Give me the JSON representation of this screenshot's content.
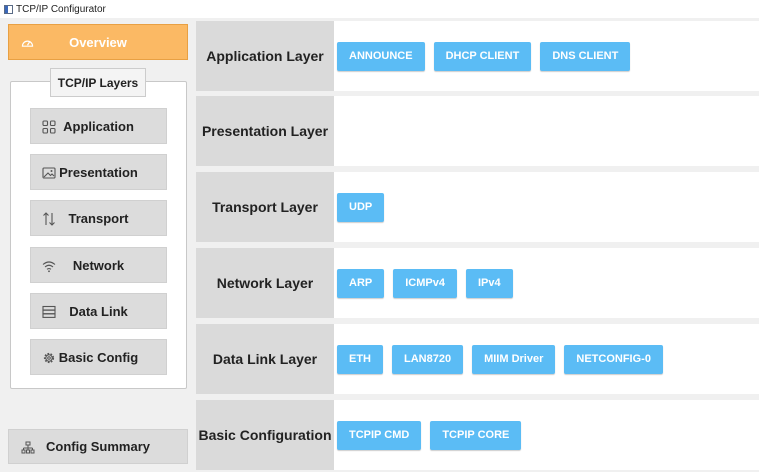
{
  "window": {
    "title": "TCP/IP Configurator"
  },
  "sidebar": {
    "overview_label": "Overview",
    "group_title": "TCP/IP Layers",
    "items": [
      {
        "label": "Application",
        "icon": "grid-icon"
      },
      {
        "label": "Presentation",
        "icon": "image-icon"
      },
      {
        "label": "Transport",
        "icon": "arrows-updown-icon"
      },
      {
        "label": "Network",
        "icon": "wifi-icon"
      },
      {
        "label": "Data Link",
        "icon": "server-icon"
      },
      {
        "label": "Basic Config",
        "icon": "gear-icon"
      }
    ],
    "summary_label": "Config Summary"
  },
  "layers": [
    {
      "label": "Application Layer",
      "components": [
        "ANNOUNCE",
        "DHCP CLIENT",
        "DNS CLIENT"
      ]
    },
    {
      "label": "Presentation Layer",
      "components": []
    },
    {
      "label": "Transport Layer",
      "components": [
        "UDP"
      ]
    },
    {
      "label": "Network Layer",
      "components": [
        "ARP",
        "ICMPv4",
        "IPv4"
      ]
    },
    {
      "label": "Data Link Layer",
      "components": [
        "ETH",
        "LAN8720",
        "MIIM Driver",
        "NETCONFIG-0"
      ]
    },
    {
      "label": "Basic Configuration",
      "components": [
        "TCPIP CMD",
        "TCPIP CORE"
      ]
    }
  ],
  "colors": {
    "accent": "#fbb964",
    "chip": "#5bbcf5",
    "label_bg": "#dadada",
    "background": "#f0f0f0"
  }
}
